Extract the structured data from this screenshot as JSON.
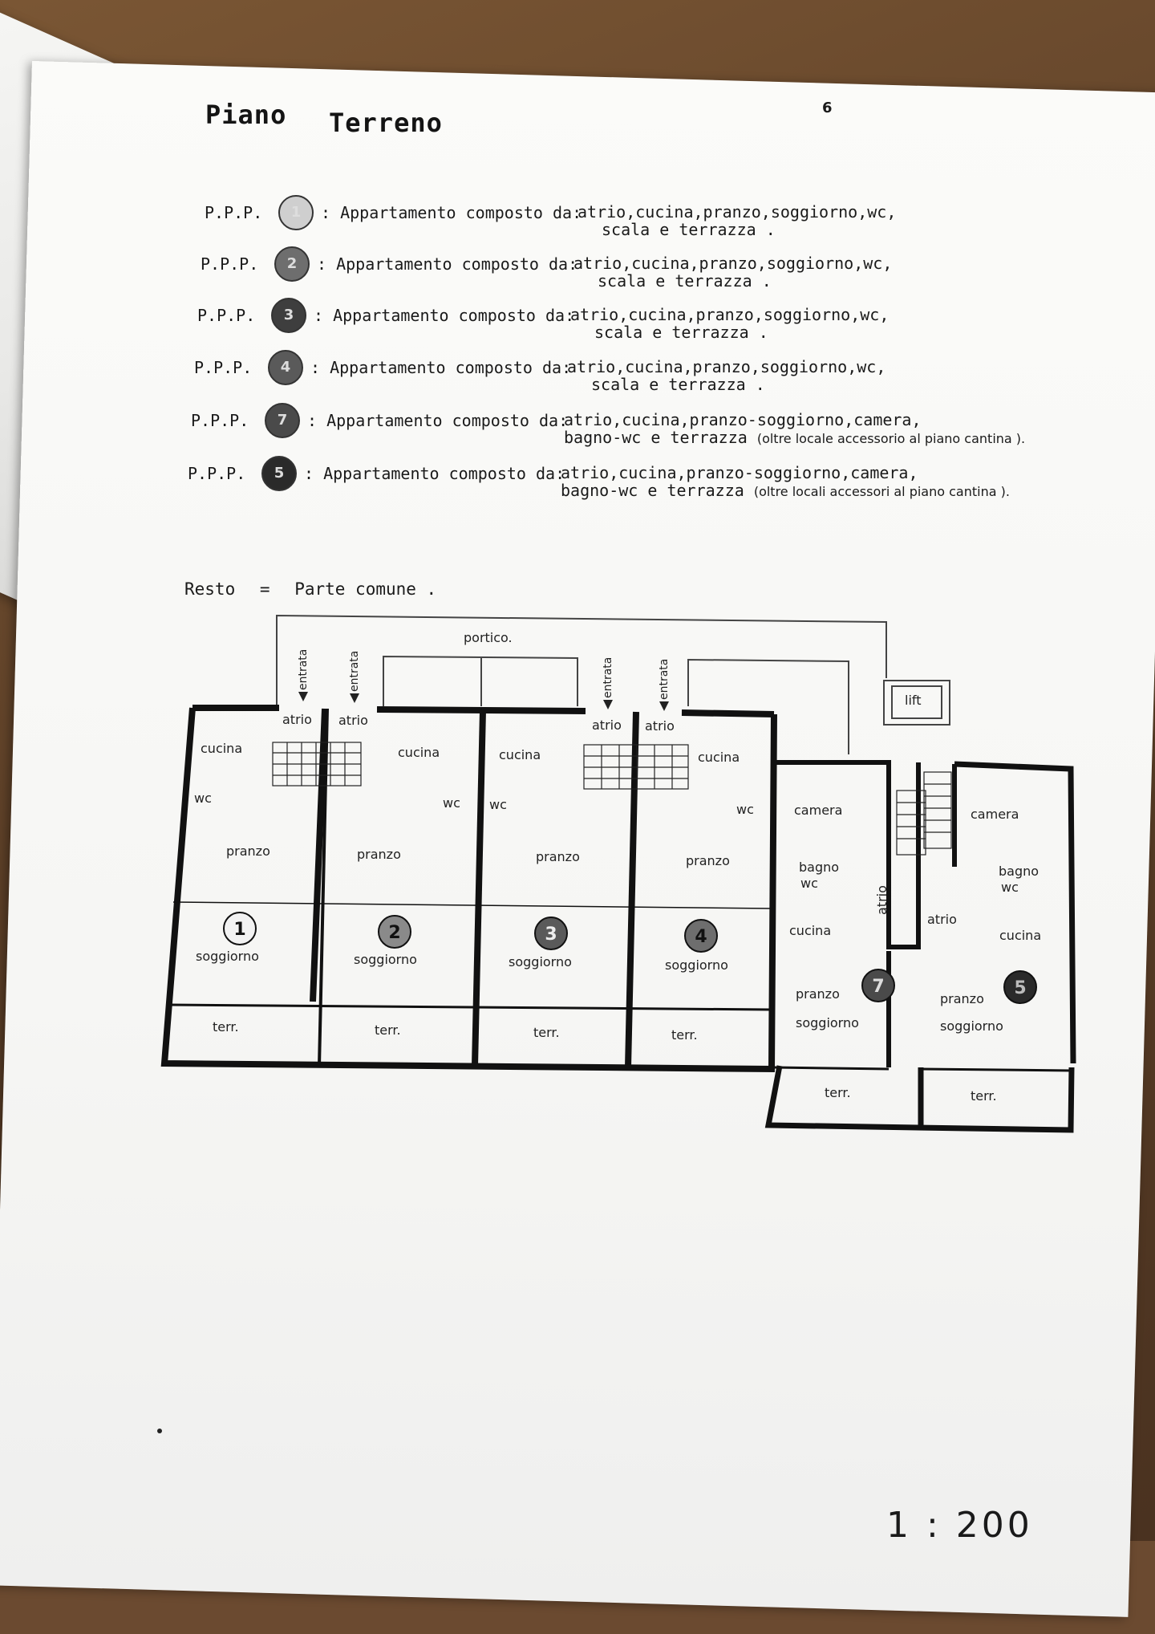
{
  "page": {
    "title_word_1": "Piano",
    "title_word_2": "Terreno",
    "page_number": "6"
  },
  "units": [
    {
      "code": "P.P.P.",
      "badge": "1",
      "badge_fill": "#cfcfcf",
      "lead": ": Appartamento composto da:",
      "desc_line1": "atrio,cucina,pranzo,soggiorno,wc,",
      "desc_line2": "scala e terrazza .",
      "note": ""
    },
    {
      "code": "P.P.P.",
      "badge": "2",
      "badge_fill": "#6e6e6e",
      "lead": ": Appartamento composto da:",
      "desc_line1": "atrio,cucina,pranzo,soggiorno,wc,",
      "desc_line2": "scala e terrazza .",
      "note": ""
    },
    {
      "code": "P.P.P.",
      "badge": "3",
      "badge_fill": "#3e3e3e",
      "lead": ": Appartamento composto da:",
      "desc_line1": "atrio,cucina,pranzo,soggiorno,wc,",
      "desc_line2": "scala e terrazza .",
      "note": ""
    },
    {
      "code": "P.P.P.",
      "badge": "4",
      "badge_fill": "#5a5a5a",
      "lead": ": Appartamento composto da:",
      "desc_line1": "atrio,cucina,pranzo,soggiorno,wc,",
      "desc_line2": "scala e terrazza .",
      "note": ""
    },
    {
      "code": "P.P.P.",
      "badge": "7",
      "badge_fill": "#4a4a4a",
      "lead": ": Appartamento composto da:",
      "desc_line1": "atrio,cucina,pranzo-soggiorno,camera,",
      "desc_line2": "bagno-wc e terrazza",
      "note": "(oltre locale accessorio al piano cantina )."
    },
    {
      "code": "P.P.P.",
      "badge": "5",
      "badge_fill": "#2a2a2a",
      "lead": ": Appartamento composto da:",
      "desc_line1": "atrio,cucina,pranzo-soggiorno,camera,",
      "desc_line2": "bagno-wc e terrazza",
      "note": "(oltre locali accessori al piano cantina )."
    }
  ],
  "resto": {
    "label": "Resto",
    "eq": "=",
    "value": "Parte comune ."
  },
  "plan": {
    "portico": "portico.",
    "entrata": "entrata",
    "lift": "lift",
    "rooms": {
      "atrio": "atrio",
      "cucina": "cucina",
      "wc": "wc",
      "pranzo": "pranzo",
      "soggiorno": "soggiorno",
      "terr": "terr.",
      "camera": "camera",
      "bagno": "bagno",
      "pranzo_soggiorno_1": "pranzo",
      "pranzo_soggiorno_2": "soggiorno"
    },
    "unit_numbers": [
      "1",
      "2",
      "3",
      "4",
      "7",
      "5"
    ]
  },
  "scale": "1 : 200"
}
